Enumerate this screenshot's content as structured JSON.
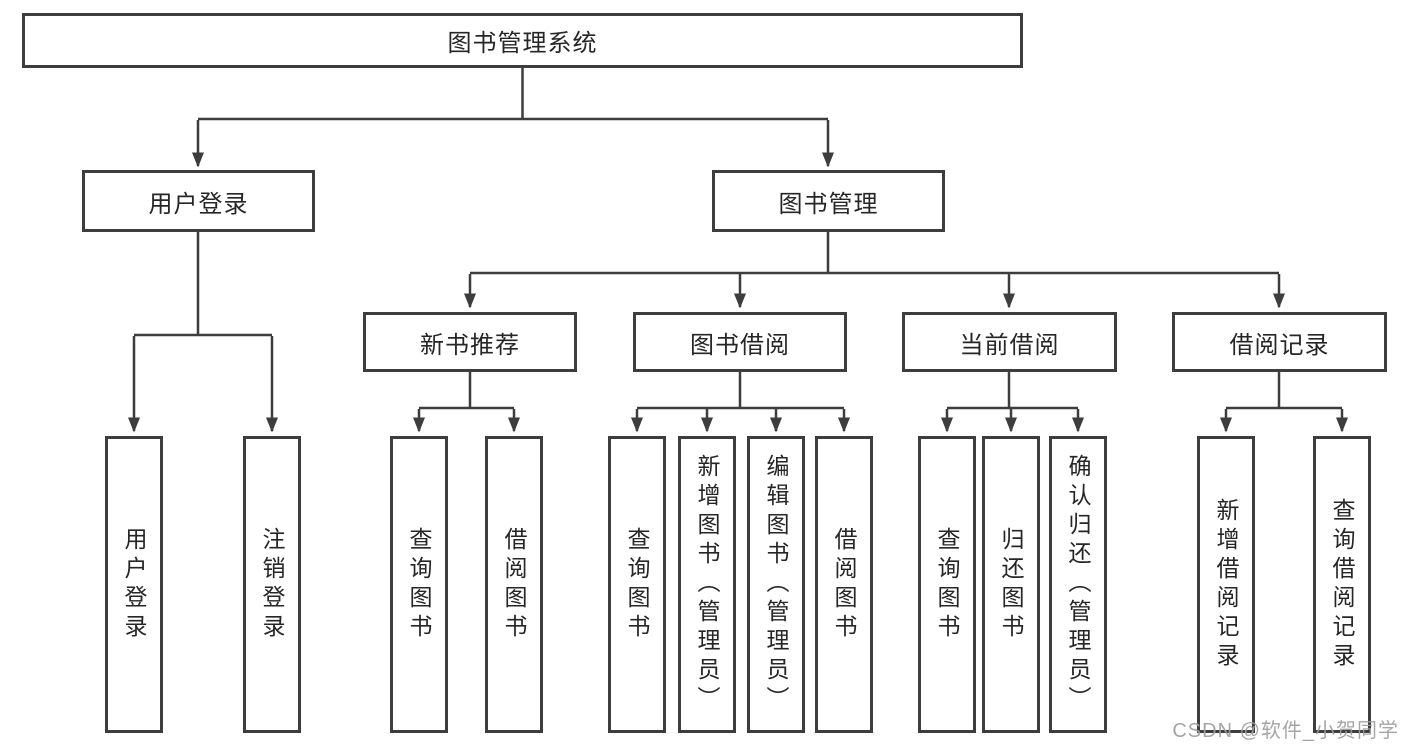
{
  "diagram": {
    "root": {
      "label": "图书管理系统"
    },
    "level2": [
      {
        "label": "用户登录"
      },
      {
        "label": "图书管理"
      }
    ],
    "level3": [
      {
        "label": "新书推荐"
      },
      {
        "label": "图书借阅"
      },
      {
        "label": "当前借阅"
      },
      {
        "label": "借阅记录"
      }
    ],
    "leaves": [
      {
        "label": "用户登录"
      },
      {
        "label": "注销登录"
      },
      {
        "label": "查询图书"
      },
      {
        "label": "借阅图书"
      },
      {
        "label": "查询图书"
      },
      {
        "label": "新增图书（管理员）"
      },
      {
        "label": "编辑图书（管理员）"
      },
      {
        "label": "借阅图书"
      },
      {
        "label": "查询图书"
      },
      {
        "label": "归还图书"
      },
      {
        "label": "确认归还（管理员）"
      },
      {
        "label": "新增借阅记录"
      },
      {
        "label": "查询借阅记录"
      }
    ]
  },
  "watermark": {
    "text": "CSDN @软件_小贺同学"
  },
  "colors": {
    "line": "#3d3d3d",
    "text": "#262626",
    "watermark": "#9e9e9e"
  }
}
